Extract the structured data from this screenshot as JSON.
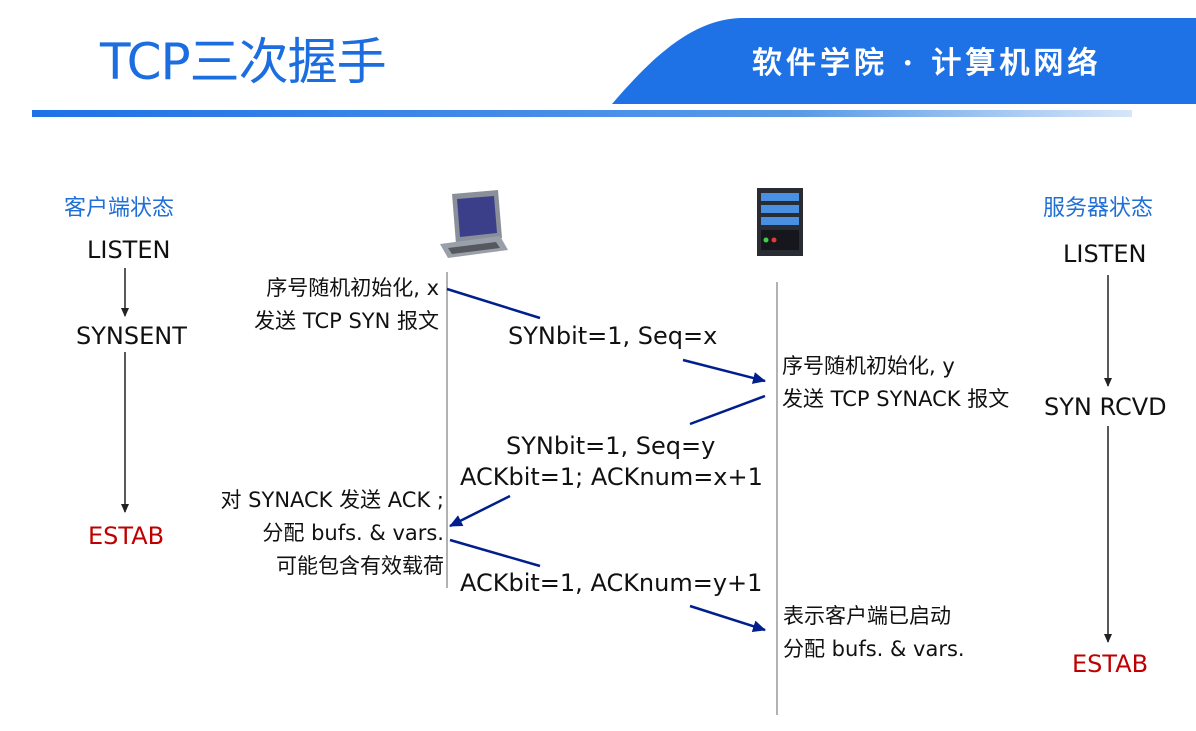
{
  "header": {
    "title": "TCP三次握手",
    "course": "软件学院 · 计算机网络",
    "colors": {
      "accent": "#1c6ee0",
      "band": "#1e72e6"
    }
  },
  "client": {
    "heading": "客户端状态",
    "states": [
      "LISTEN",
      "SYNSENT",
      "ESTAB"
    ],
    "icon": "desktop-computer-icon"
  },
  "server": {
    "heading": "服务器状态",
    "states": [
      "LISTEN",
      "SYN RCVD",
      "ESTAB"
    ],
    "icon": "server-icon"
  },
  "notes": {
    "client_init": [
      "序号随机初始化, x",
      "发送 TCP SYN 报文"
    ],
    "server_init": [
      "序号随机初始化, y",
      "发送 TCP SYNACK 报文"
    ],
    "client_ack": [
      "对 SYNACK 发送 ACK ;",
      "分配 bufs. & vars.",
      "可能包含有效载荷"
    ],
    "server_done": [
      "表示客户端已启动",
      "分配 bufs. & vars."
    ]
  },
  "messages": {
    "syn": "SYNbit=1, Seq=x",
    "synack_1": "SYNbit=1, Seq=y",
    "synack_2": "ACKbit=1; ACKnum=x+1",
    "ack": "ACKbit=1, ACKnum=y+1"
  },
  "colors": {
    "estab": "#c00000",
    "arrow": "#001f8c",
    "heading": "#1f6fd6"
  }
}
